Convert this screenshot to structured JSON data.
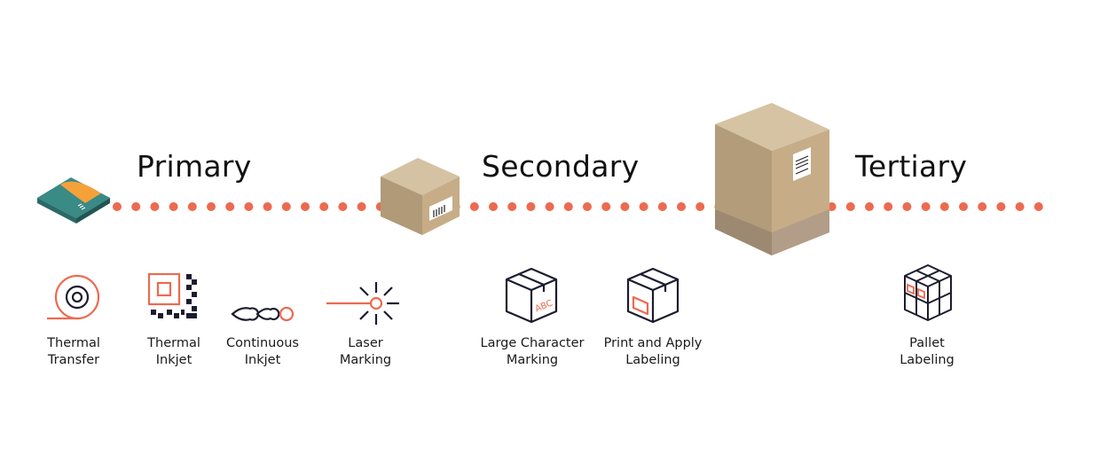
{
  "stages": [
    {
      "name": "Primary"
    },
    {
      "name": "Secondary"
    },
    {
      "name": "Tertiary"
    }
  ],
  "technologies": [
    {
      "icon": "thermal-transfer-icon",
      "line1": "Thermal",
      "line2": "Transfer"
    },
    {
      "icon": "thermal-inkjet-icon",
      "line1": "Thermal",
      "line2": "Inkjet"
    },
    {
      "icon": "continuous-inkjet-icon",
      "line1": "Continuous",
      "line2": "Inkjet"
    },
    {
      "icon": "laser-marking-icon",
      "line1": "Laser",
      "line2": "Marking"
    },
    {
      "icon": "large-character-marking-icon",
      "line1": "Large Character",
      "line2": "Marking"
    },
    {
      "icon": "print-and-apply-labeling-icon",
      "line1": "Print and Apply",
      "line2": "Labeling"
    },
    {
      "icon": "pallet-labeling-icon",
      "line1": "Pallet",
      "line2": "Labeling"
    }
  ],
  "box_text": "ABC",
  "colors": {
    "accent": "#ec6a50",
    "line": "#1c1c2e",
    "cardboard": "#c6ad88",
    "teal": "#3a8a86",
    "orange": "#f5a13a"
  }
}
